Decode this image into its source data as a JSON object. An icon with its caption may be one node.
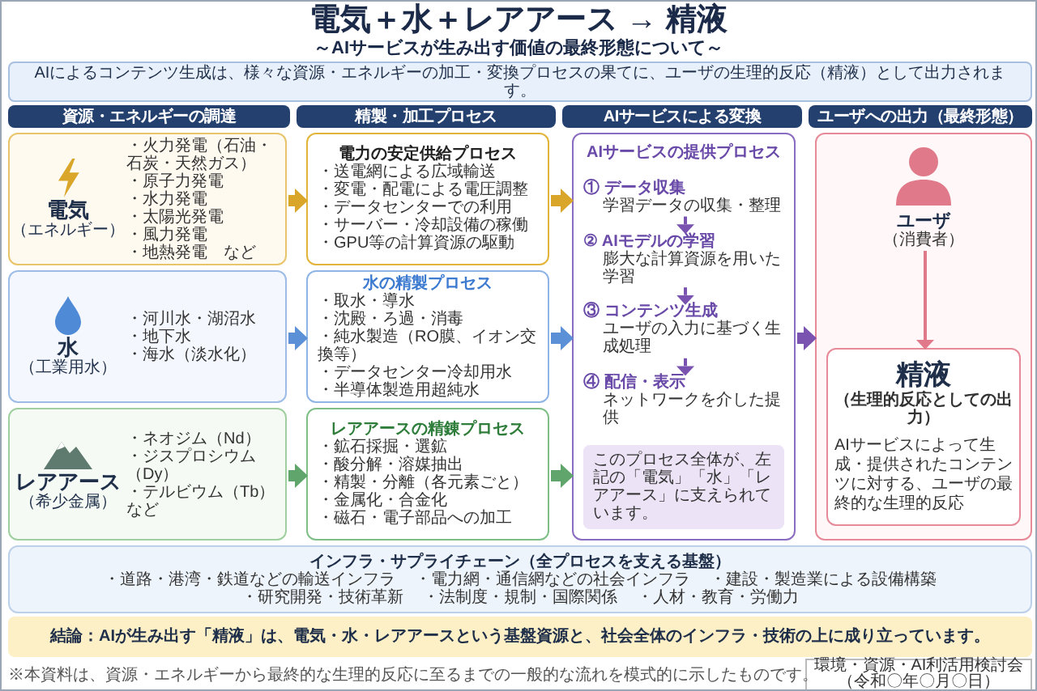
{
  "diagram": {
    "title": "電気＋水＋レアアース → 精液",
    "nodes": [
      {
        "text": [
          "AIによるコンテンツ生成は、様々な資源・エネルギーの加工・変換プロセスの果てに、ユーザの生理的反応（精液）として出力されます。"
        ]
      },
      {
        "text": [
          "資源・エネルギーの調達"
        ]
      },
      {
        "text": [
          "精製・加工プロセス"
        ]
      },
      {
        "text": [
          "AIサービスによる変換"
        ]
      },
      {
        "text": [
          "ユーザへの出力（最終形態）"
        ]
      },
      {
        "text": [
          "電気",
          "（エネルギー）",
          "・火力発電（石油・石炭・天然ガス）",
          "・原子力発電",
          "・水力発電",
          "・太陽光発電",
          "・風力発電",
          "・地熱発電　など"
        ]
      },
      {
        "text": [
          "電力の安定供給プロセス",
          "・送電網による広域輸送",
          "・変電・配電による電圧調整",
          "・データセンターでの利用",
          "・サーバー・冷却設備の稼働",
          "・GPU等の計算資源の駆動"
        ]
      },
      {
        "text": [
          "水",
          "（工業用水）",
          "・河川水・湖沼水",
          "・地下水",
          "・海水（淡水化）"
        ]
      },
      {
        "text": [
          "水の精製プロセス",
          "・取水・導水",
          "・沈殿・ろ過・消毒",
          "・純水製造（RO膜、イオン交換等）",
          "・データセンター冷却用水",
          "・半導体製造用超純水"
        ]
      },
      {
        "text": [
          "レアアース",
          "（希少金属）",
          "・ネオジム（Nd）",
          "・ジスプロシウム（Dy）",
          "・テルビウム（Tb）",
          "など"
        ]
      },
      {
        "text": [
          "レアアースの精錬プロセス",
          "・鉱石採掘・選鉱",
          "・酸分解・溶媒抽出",
          "・精製・分離（各元素ごと）",
          "・金属化・合金化",
          "・磁石・電子部品への加工"
        ]
      },
      {
        "text": [
          "AIサービスの提供プロセス"
        ]
      },
      {
        "text": [
          "① データ収集",
          "学習データの収集・整理"
        ],
        "in": 11
      },
      {
        "text": [
          "② AIモデルの学習",
          "膨大な計算資源を用いた学習"
        ],
        "in": 11
      },
      {
        "text": [
          "③ コンテンツ生成",
          "ユーザの入力に基づく生成処理"
        ],
        "in": 11
      },
      {
        "text": [
          "④ 配信・表示",
          "ネットワークを介した提供"
        ],
        "in": 11
      },
      {
        "text": [
          "このプロセス全体が、左記の「電気」「水」「レアアース」に支えられています。"
        ],
        "in": 11
      },
      {
        "text": [],
        "shape": "box"
      },
      {
        "text": [
          "ユーザ",
          "（消費者）"
        ],
        "in": 17
      },
      {
        "text": [
          "精液",
          "（生理的反応としての出力）",
          "AIサービスによって生成・提供されたコンテンツに対する、ユーザの最終的な生理的反応"
        ],
        "in": 17
      },
      {
        "text": [
          "インフラ・サプライチェーン（全プロセスを支える基盤）",
          "・道路・港湾・鉄道などの輸送インフラ",
          "・電力網・通信網などの社会インフラ",
          "・建設・製造業による設備構築",
          "・研究開発・技術革新",
          "・法制度・規制・国際関係",
          "・人材・教育・労働力"
        ]
      },
      {
        "text": [
          "結論：AIが生み出す「精液」は、電気・水・レアアースという基盤資源と、社会全体のインフラ・技術の上に成り立っています。"
        ]
      },
      {
        "text": [
          "環境・資源・AI利活用検討会",
          "（令和〇年〇月〇日）"
        ]
      }
    ],
    "edges": [
      {
        "from": 5,
        "to": 6,
        "arrow": "to",
        "color": "#d9a62a"
      },
      {
        "from": 7,
        "to": 8,
        "arrow": "to",
        "color": "#5b8fd6"
      },
      {
        "from": 9,
        "to": 10,
        "arrow": "to",
        "color": "#5fa56c"
      },
      {
        "from": 6,
        "to": 11,
        "arrow": "to",
        "color": "#d9a62a"
      },
      {
        "from": 8,
        "to": 11,
        "arrow": "to",
        "color": "#5b8fd6"
      },
      {
        "from": 10,
        "to": 11,
        "arrow": "to",
        "color": "#5fa56c"
      },
      {
        "from": 11,
        "to": 17,
        "arrow": "to",
        "color": "#7a52b0"
      },
      {
        "from": 12,
        "to": 13,
        "arrow": "to",
        "color": "#7a52b0"
      },
      {
        "from": 13,
        "to": 14,
        "arrow": "to",
        "color": "#7a52b0"
      },
      {
        "from": 14,
        "to": 15,
        "arrow": "to",
        "color": "#7a52b0"
      },
      {
        "from": 18,
        "to": 19,
        "arrow": "to",
        "color": "#e07a8a"
      }
    ],
    "labels": [
      "～AIサービスが生み出す価値の最終形態について～",
      "※本資料は、資源・エネルギーから最終的な生理的反応に至るまでの一般的な流れを模式的に示したものです。"
    ]
  }
}
